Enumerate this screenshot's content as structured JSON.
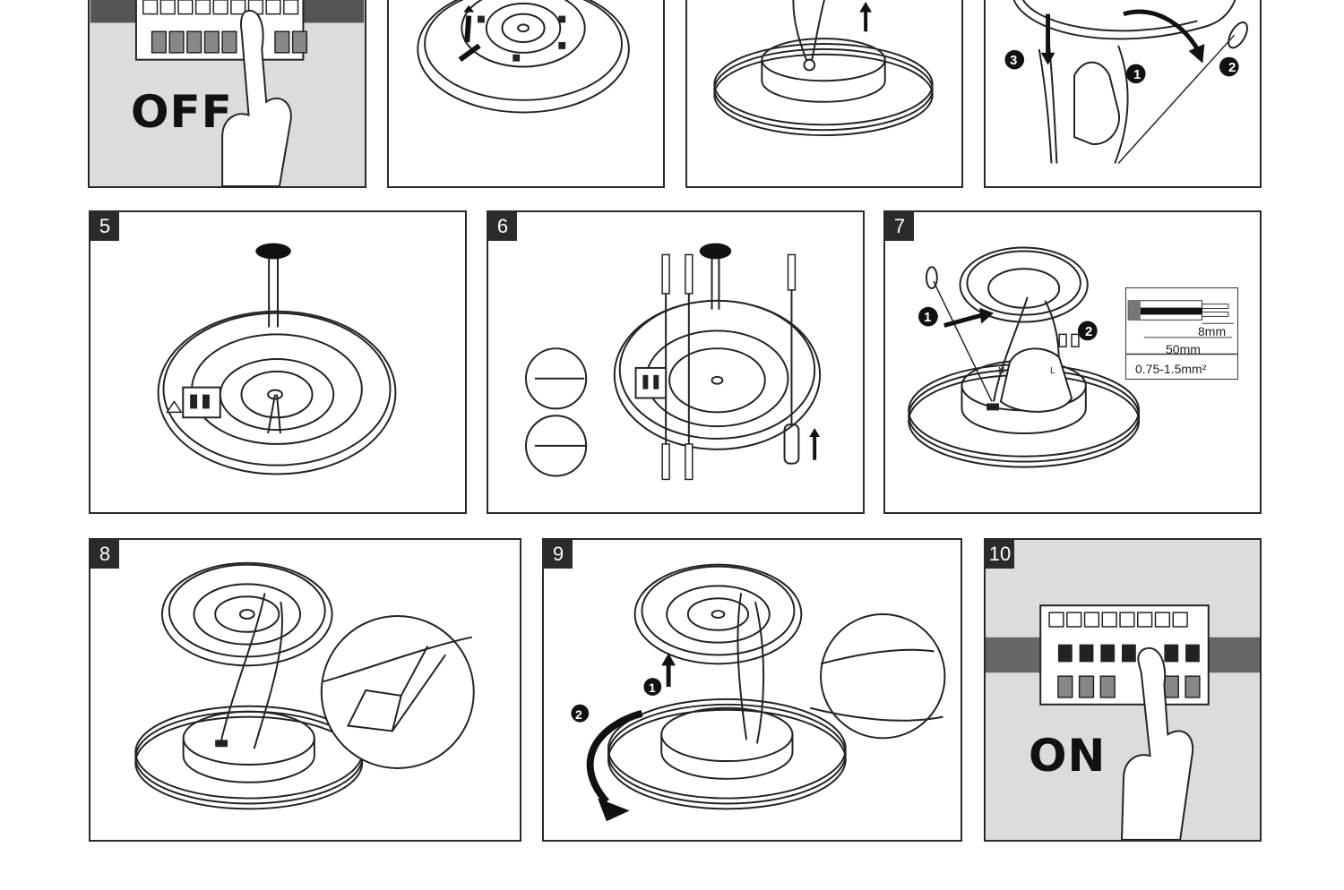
{
  "steps": [
    {
      "number": "",
      "label": "OFF"
    },
    {
      "number": ""
    },
    {
      "number": ""
    },
    {
      "number": "",
      "callouts": [
        "3",
        "1",
        "2"
      ]
    },
    {
      "number": "5"
    },
    {
      "number": "6"
    },
    {
      "number": "7",
      "callouts": [
        "1",
        "2"
      ]
    },
    {
      "number": "8"
    },
    {
      "number": "9",
      "callouts": [
        "1",
        "2"
      ]
    },
    {
      "number": "10",
      "label": "ON"
    }
  ],
  "wire_spec": {
    "strip_length": "8mm",
    "total_length": "50mm",
    "cross_section": "0.75-1.5mm²"
  },
  "terminal_labels": [
    "N",
    "L"
  ]
}
